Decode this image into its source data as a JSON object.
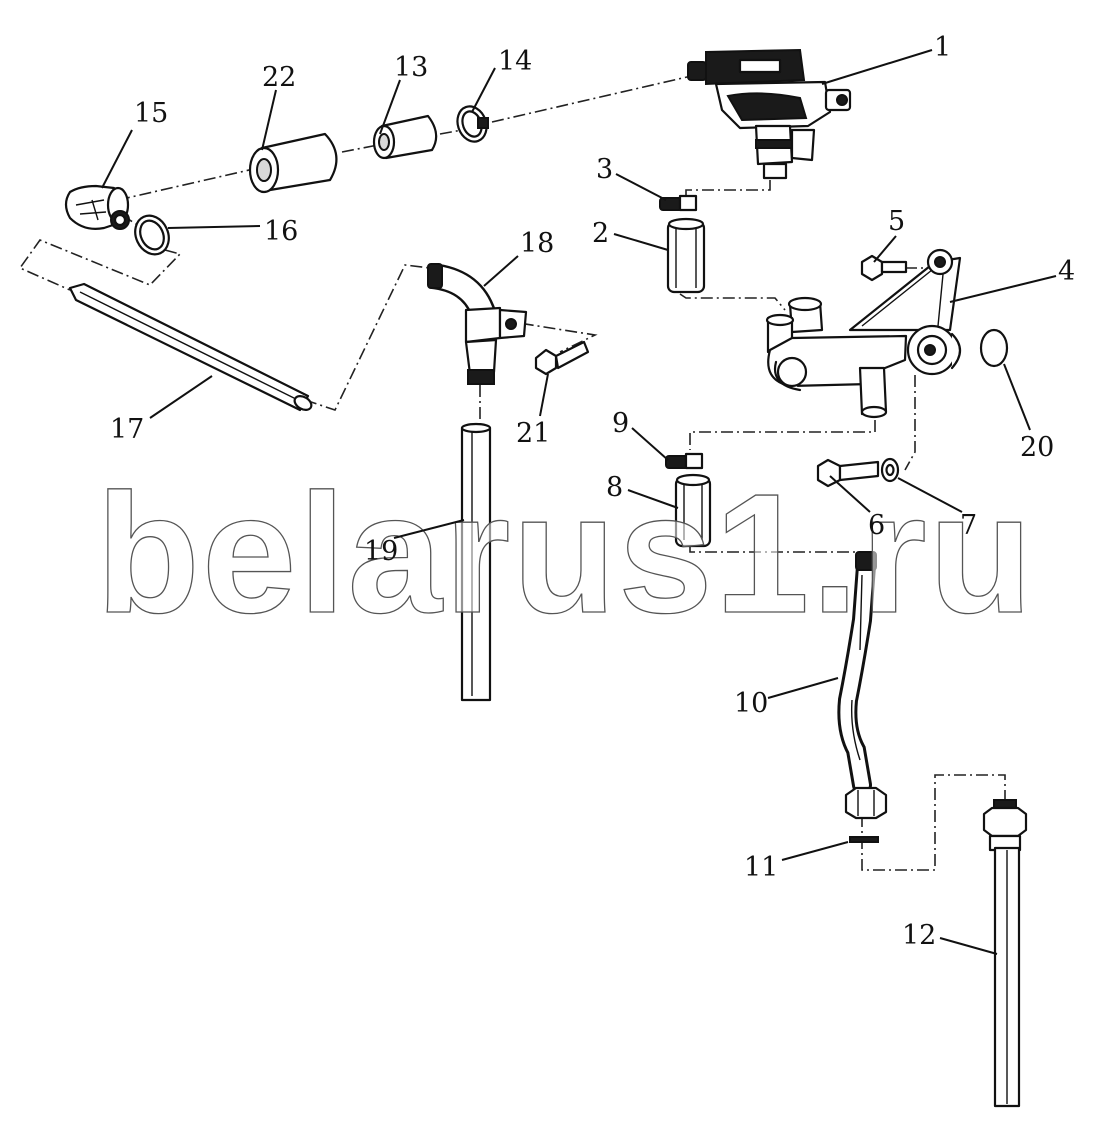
{
  "watermark": "belarus1.ru",
  "callouts": {
    "c1": "1",
    "c2": "2",
    "c3": "3",
    "c4": "4",
    "c5": "5",
    "c6": "6",
    "c7": "7",
    "c8": "8",
    "c9": "9",
    "c10": "10",
    "c11": "11",
    "c12": "12",
    "c13": "13",
    "c14": "14",
    "c15": "15",
    "c16": "16",
    "c17": "17",
    "c18": "18",
    "c19": "19",
    "c20": "20",
    "c21": "21",
    "c22": "22"
  }
}
